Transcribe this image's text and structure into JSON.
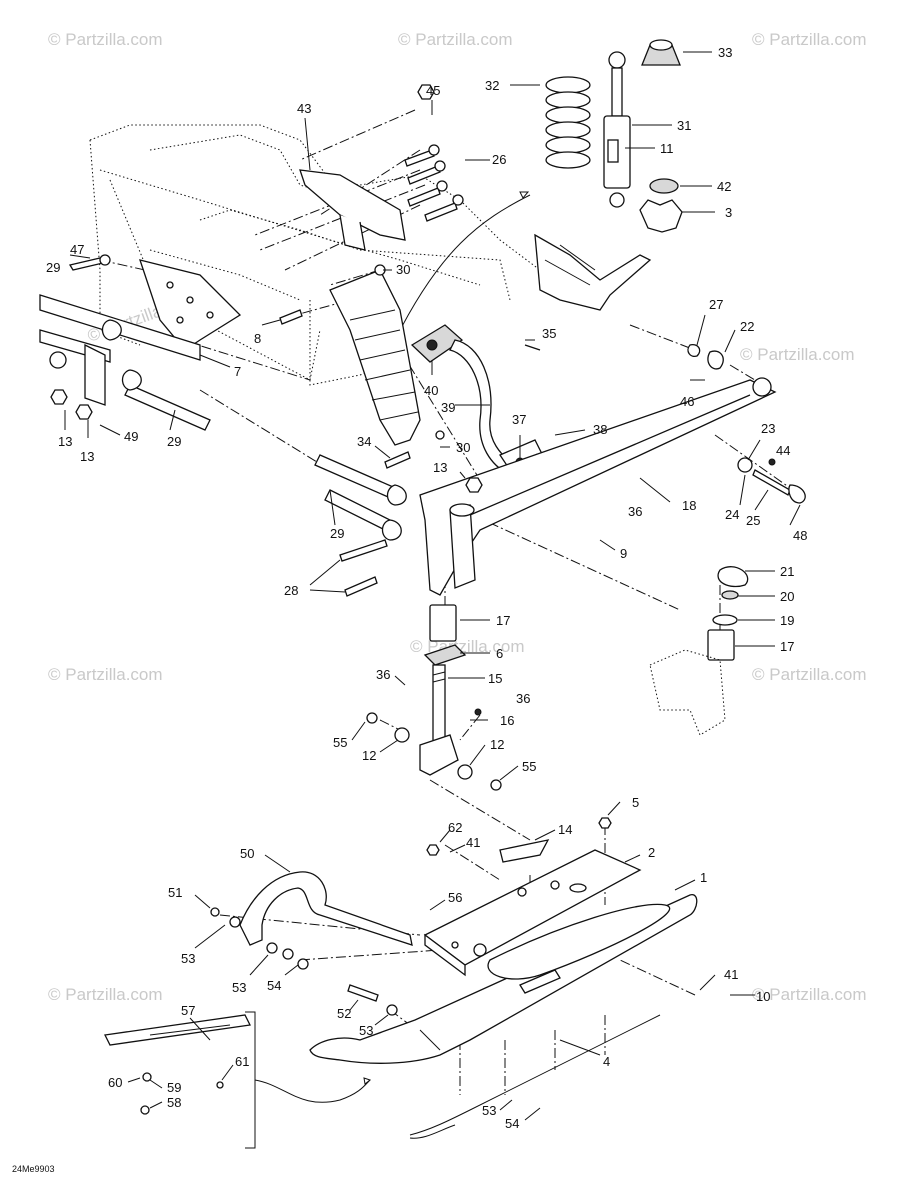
{
  "diagram": {
    "code": "24Me9903",
    "watermark": "© Partzilla.com",
    "labels": [
      {
        "id": "l33",
        "text": "33"
      },
      {
        "id": "l32",
        "text": "32"
      },
      {
        "id": "l31",
        "text": "31"
      },
      {
        "id": "l11",
        "text": "11"
      },
      {
        "id": "l42",
        "text": "42"
      },
      {
        "id": "l3",
        "text": "3"
      },
      {
        "id": "l45",
        "text": "45"
      },
      {
        "id": "l43",
        "text": "43"
      },
      {
        "id": "l26",
        "text": "26"
      },
      {
        "id": "l47",
        "text": "47"
      },
      {
        "id": "l29a",
        "text": "29"
      },
      {
        "id": "l30a",
        "text": "30"
      },
      {
        "id": "l8",
        "text": "8"
      },
      {
        "id": "l7",
        "text": "7"
      },
      {
        "id": "l27",
        "text": "27"
      },
      {
        "id": "l22",
        "text": "22"
      },
      {
        "id": "l35",
        "text": "35"
      },
      {
        "id": "l40",
        "text": "40"
      },
      {
        "id": "l46",
        "text": "46"
      },
      {
        "id": "l39",
        "text": "39"
      },
      {
        "id": "l13a",
        "text": "13"
      },
      {
        "id": "l13b",
        "text": "13"
      },
      {
        "id": "l49",
        "text": "49"
      },
      {
        "id": "l29b",
        "text": "29"
      },
      {
        "id": "l37",
        "text": "37"
      },
      {
        "id": "l38",
        "text": "38"
      },
      {
        "id": "l23",
        "text": "23"
      },
      {
        "id": "l44",
        "text": "44"
      },
      {
        "id": "l34",
        "text": "34"
      },
      {
        "id": "l30b",
        "text": "30"
      },
      {
        "id": "l13c",
        "text": "13"
      },
      {
        "id": "l18",
        "text": "18"
      },
      {
        "id": "l24",
        "text": "24"
      },
      {
        "id": "l25",
        "text": "25"
      },
      {
        "id": "l48",
        "text": "48"
      },
      {
        "id": "l29c",
        "text": "29"
      },
      {
        "id": "l36a",
        "text": "36"
      },
      {
        "id": "l9",
        "text": "9"
      },
      {
        "id": "l28",
        "text": "28"
      },
      {
        "id": "l21",
        "text": "21"
      },
      {
        "id": "l20",
        "text": "20"
      },
      {
        "id": "l19",
        "text": "19"
      },
      {
        "id": "l17a",
        "text": "17"
      },
      {
        "id": "l17b",
        "text": "17"
      },
      {
        "id": "l6",
        "text": "6"
      },
      {
        "id": "l36b",
        "text": "36"
      },
      {
        "id": "l15",
        "text": "15"
      },
      {
        "id": "l36c",
        "text": "36"
      },
      {
        "id": "l16",
        "text": "16"
      },
      {
        "id": "l55a",
        "text": "55"
      },
      {
        "id": "l12a",
        "text": "12"
      },
      {
        "id": "l12b",
        "text": "12"
      },
      {
        "id": "l55b",
        "text": "55"
      },
      {
        "id": "l5",
        "text": "5"
      },
      {
        "id": "l62",
        "text": "62"
      },
      {
        "id": "l41a",
        "text": "41"
      },
      {
        "id": "l14",
        "text": "14"
      },
      {
        "id": "l2",
        "text": "2"
      },
      {
        "id": "l50",
        "text": "50"
      },
      {
        "id": "l1",
        "text": "1"
      },
      {
        "id": "l51",
        "text": "51"
      },
      {
        "id": "l56",
        "text": "56"
      },
      {
        "id": "l53a",
        "text": "53"
      },
      {
        "id": "l53b",
        "text": "53"
      },
      {
        "id": "l54a",
        "text": "54"
      },
      {
        "id": "l41b",
        "text": "41"
      },
      {
        "id": "l10",
        "text": "10"
      },
      {
        "id": "l52",
        "text": "52"
      },
      {
        "id": "l53c",
        "text": "53"
      },
      {
        "id": "l57",
        "text": "57"
      },
      {
        "id": "l60",
        "text": "60"
      },
      {
        "id": "l61",
        "text": "61"
      },
      {
        "id": "l59",
        "text": "59"
      },
      {
        "id": "l58",
        "text": "58"
      },
      {
        "id": "l4",
        "text": "4"
      },
      {
        "id": "l53d",
        "text": "53"
      },
      {
        "id": "l54b",
        "text": "54"
      }
    ]
  }
}
